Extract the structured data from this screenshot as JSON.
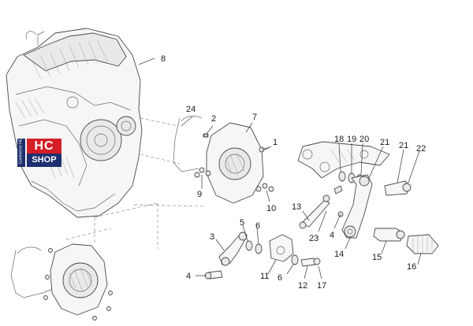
{
  "badge": {
    "side_text": "Commerce HC",
    "line1": "HC",
    "line2": "SHOP"
  },
  "callouts": [
    {
      "id": "c1",
      "text": "1"
    },
    {
      "id": "c2",
      "text": "2"
    },
    {
      "id": "c3",
      "text": "3"
    },
    {
      "id": "c4a",
      "text": "4"
    },
    {
      "id": "c4b",
      "text": "4"
    },
    {
      "id": "c5",
      "text": "5"
    },
    {
      "id": "c6a",
      "text": "6"
    },
    {
      "id": "c6b",
      "text": "6"
    },
    {
      "id": "c7",
      "text": "7"
    },
    {
      "id": "c8",
      "text": "8"
    },
    {
      "id": "c9",
      "text": "9"
    },
    {
      "id": "c10",
      "text": "10"
    },
    {
      "id": "c11",
      "text": "11"
    },
    {
      "id": "c12",
      "text": "12"
    },
    {
      "id": "c13",
      "text": "13"
    },
    {
      "id": "c14",
      "text": "14"
    },
    {
      "id": "c15",
      "text": "15"
    },
    {
      "id": "c16",
      "text": "16"
    },
    {
      "id": "c17",
      "text": "17"
    },
    {
      "id": "c18",
      "text": "18"
    },
    {
      "id": "c19",
      "text": "19"
    },
    {
      "id": "c20",
      "text": "20"
    },
    {
      "id": "c21a",
      "text": "21"
    },
    {
      "id": "c21b",
      "text": "21"
    },
    {
      "id": "c22",
      "text": "22"
    },
    {
      "id": "c23",
      "text": "23"
    },
    {
      "id": "c24",
      "text": "24"
    }
  ]
}
